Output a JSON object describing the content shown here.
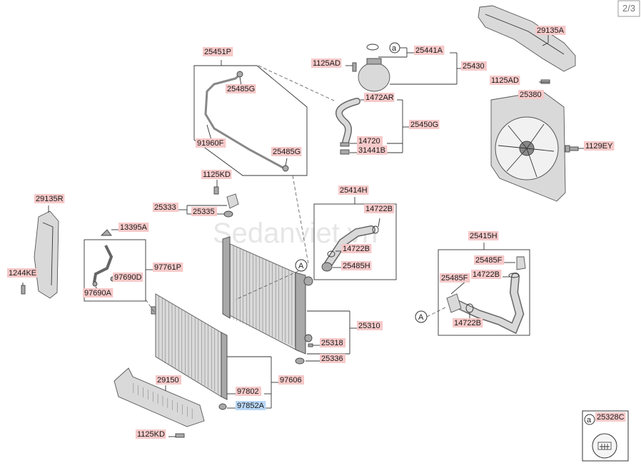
{
  "page_indicator": "2/3",
  "watermark": "Sedanviet.vn",
  "ref_marker": "a",
  "view_marker": "A",
  "highlight_color": "#b9d7f7",
  "label_color": "#f6c9c9",
  "parts": {
    "p29135A": "29135A",
    "p1125AD_fan": "1125AD",
    "p25380": "25380",
    "p1129EY": "1129EY",
    "p25441A": "25441A",
    "p25430": "25430",
    "p1125AD_tank": "1125AD",
    "p1472AR": "1472AR",
    "p25450G": "25450G",
    "p14720": "14720",
    "p31441B": "31441B",
    "p25451P": "25451P",
    "p25485G_top": "25485G",
    "p91960F": "91960F",
    "p25485G_bot": "25485G",
    "p1125KD_top": "1125KD",
    "p25333": "25333",
    "p25335": "25335",
    "p25414H": "25414H",
    "p14722B_a": "14722B",
    "p14722B_b": "14722B",
    "p25485H": "25485H",
    "p29135R": "29135R",
    "p13395A": "13395A",
    "p97761P": "97761P",
    "p97690D": "97690D",
    "p97690A": "97690A",
    "p1244KE": "1244KE",
    "p25415H": "25415H",
    "p25485F_a": "25485F",
    "p25485F_b": "25485F",
    "p14722B_c": "14722B",
    "p14722B_d": "14722B",
    "p25310": "25310",
    "p25318": "25318",
    "p25336": "25336",
    "p97606": "97606",
    "p97802": "97802",
    "p97852A": "97852A",
    "p29150": "29150",
    "p1125KD_bot": "1125KD",
    "p25328C": "25328C"
  }
}
